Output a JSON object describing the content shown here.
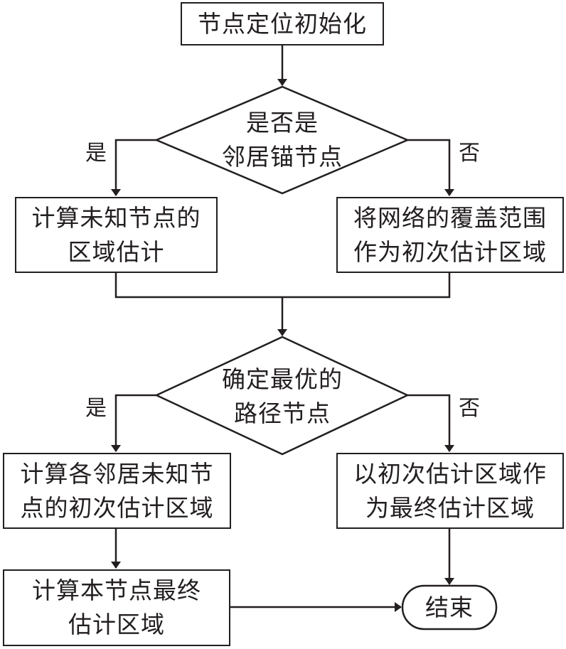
{
  "diagram": {
    "start": "节点定位初始化",
    "decision1": {
      "line1": "是否是",
      "line2": "邻居锚节点",
      "yes_label": "是",
      "no_label": "否"
    },
    "yes1": {
      "line1": "计算未知节点的",
      "line2": "区域估计"
    },
    "no1": {
      "line1": "将网络的覆盖范围",
      "line2": "作为初次估计区域"
    },
    "decision2": {
      "line1": "确定最优的",
      "line2": "路径节点",
      "yes_label": "是",
      "no_label": "否"
    },
    "yes2": {
      "line1": "计算各邻居未知节",
      "line2": "点的初次估计区域"
    },
    "yes2_next": {
      "line1": "计算本节点最终",
      "line2": "估计区域"
    },
    "no2": {
      "line1": "以初次估计区域作",
      "line2": "为最终估计区域"
    },
    "end": "结束"
  }
}
